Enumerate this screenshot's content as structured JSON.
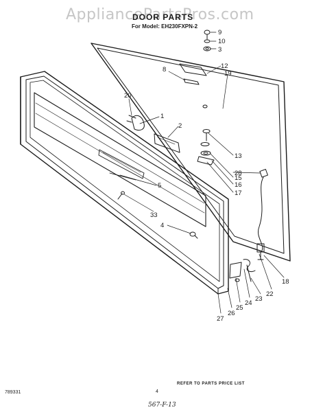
{
  "watermark": "AppliancePartsPros.com",
  "title": "DOOR PARTS",
  "model": "For Model: EH230FXPN-2",
  "callouts": [
    {
      "label": "9"
    },
    {
      "label": "10"
    },
    {
      "label": "3"
    },
    {
      "label": "12"
    },
    {
      "label": "19"
    },
    {
      "label": "8"
    },
    {
      "label": "20"
    },
    {
      "label": "1"
    },
    {
      "label": "2"
    },
    {
      "label": "13"
    },
    {
      "label": "28"
    },
    {
      "label": "15"
    },
    {
      "label": "16"
    },
    {
      "label": "17"
    },
    {
      "label": "5"
    },
    {
      "label": "33"
    },
    {
      "label": "4"
    },
    {
      "label": "18"
    },
    {
      "label": "22"
    },
    {
      "label": "23"
    },
    {
      "label": "24"
    },
    {
      "label": "25"
    },
    {
      "label": "26"
    },
    {
      "label": "27"
    }
  ],
  "footer": {
    "part_number": "789331",
    "price_list_note": "REFER TO PARTS PRICE LIST",
    "page_number": "4",
    "handwritten": "567-F-13"
  },
  "colors": {
    "ink": "#1a1a1a",
    "watermark": "#c6c6c6"
  }
}
